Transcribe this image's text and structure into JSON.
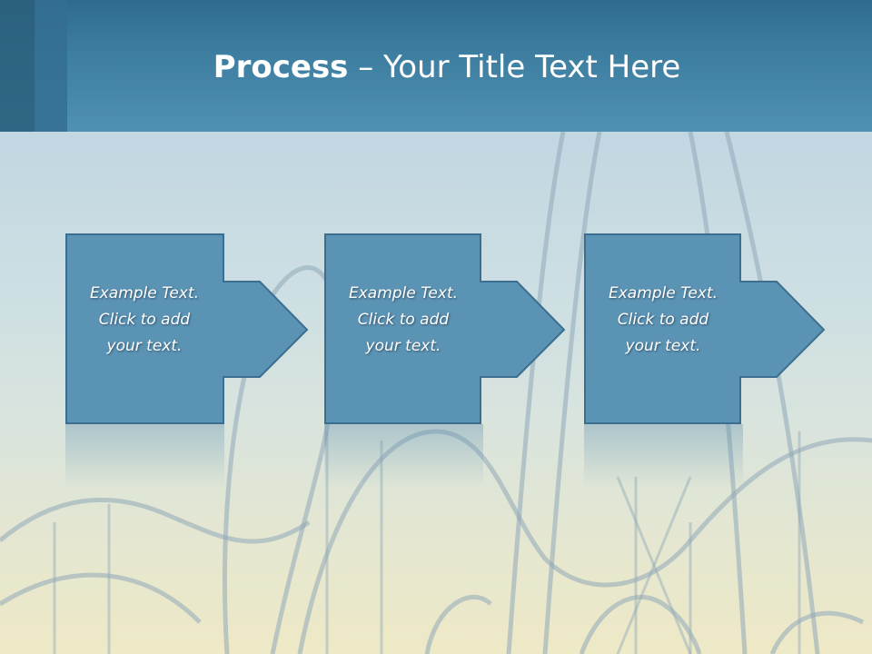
{
  "slide": {
    "title_bold": "Process",
    "title_rest": " – Your Title Text Here",
    "steps": [
      {
        "text": "Example Text.\nClick  to add\nyour text."
      },
      {
        "text": "Example Text.\nClick  to add\nyour text."
      },
      {
        "text": "Example Text.\nClick  to add\nyour text."
      }
    ]
  },
  "colors": {
    "header": "#4a8bb0",
    "box_fill": "#5b93b5",
    "box_stroke": "#3c6f8f",
    "text": "#ffffff"
  }
}
